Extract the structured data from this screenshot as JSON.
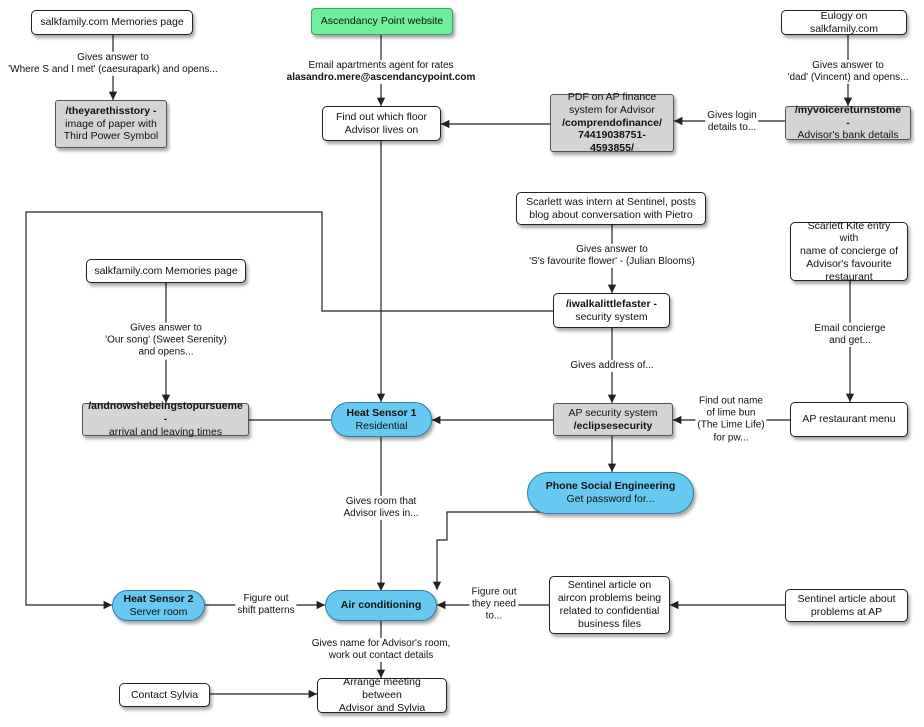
{
  "nodes": {
    "memories1": {
      "line1": "salkfamily.com Memories page"
    },
    "ascendancy": {
      "line1": "Ascendancy Point website"
    },
    "eulogy": {
      "line1": "Eulogy on salkfamily.com"
    },
    "theyarethishistory": {
      "line1": "/theyarethisstory -",
      "line2": "image of paper with",
      "line3": "Third Power Symbol"
    },
    "findfloor": {
      "line1": "Find out which floor",
      "line2": "Advisor lives on"
    },
    "pdf": {
      "line1": "PDF on AP finance",
      "line2": "system for Advisor",
      "line3": "/comprendofinance/",
      "line4": "74419038751-4593855/"
    },
    "myvoice": {
      "line1": "/myvoicereturnstome -",
      "line2": "Advisor's bank details"
    },
    "scarlett": {
      "line1": "Scarlett was intern at Sentinel, posts",
      "line2": "blog about conversation with Pietro"
    },
    "scarlettkite": {
      "line1": "Scarlett Kite entry with",
      "line2": "name of concierge of",
      "line3": "Advisor's favourite",
      "line4": "restaurant"
    },
    "memories2": {
      "line1": "salkfamily.com Memories page"
    },
    "iwalk": {
      "line1": "/iwalkalittlefaster -",
      "line2": "security system"
    },
    "andnow": {
      "line1": "/andnowshebeingstopursueme -",
      "line2": "arrival and leaving times"
    },
    "heat1": {
      "line1": "Heat Sensor 1",
      "line2": "Residential"
    },
    "apsecurity": {
      "line1": "AP security system",
      "line2": "/eclipsesecurity"
    },
    "restaurant": {
      "line1": "AP restaurant menu"
    },
    "phone": {
      "line1": "Phone Social Engineering",
      "line2": "Get password for..."
    },
    "heat2": {
      "line1": "Heat Sensor 2",
      "line2": "Server room"
    },
    "aircon": {
      "line1": "Air conditioning"
    },
    "sentinel1": {
      "line1": "Sentinel article on",
      "line2": "aircon problems being",
      "line3": "related to confidential",
      "line4": "business files"
    },
    "sentinel2": {
      "line1": "Sentinel article about",
      "line2": "problems at AP"
    },
    "contact": {
      "line1": "Contact Sylvia"
    },
    "arrange": {
      "line1": "Arrange meeting between",
      "line2": "Advisor and Sylvia"
    }
  },
  "edge_labels": {
    "memories1_to_theyare": {
      "line1": "Gives answer to",
      "line2": "'Where S and I met' (caesurapark) and opens..."
    },
    "ascendancy_email": {
      "line1": "Email apartments agent for rates",
      "line2": "alasandro.mere@ascendancypoint.com"
    },
    "eulogy_to_myvoice": {
      "line1": "Gives answer to",
      "line2": "'dad' (Vincent) and opens..."
    },
    "myvoice_to_pdf": {
      "line1": "Gives login",
      "line2": "details to..."
    },
    "scarlett_to_iwalk": {
      "line1": "Gives answer to",
      "line2": "'S's favourite flower' - (Julian Blooms)"
    },
    "memories2_to_andnow": {
      "line1": "Gives answer to",
      "line2": "'Our song' (Sweet Serenity)",
      "line3": "and opens..."
    },
    "iwalk_to_apsecurity": {
      "line1": "Gives address of..."
    },
    "kite_to_restaurant": {
      "line1": "Email concierge",
      "line2": "and get..."
    },
    "restaurant_to_apsecurity": {
      "line1": "Find out name",
      "line2": "of lime bun",
      "line3": "(The Lime Life)",
      "line4": "for pw..."
    },
    "heat1_to_aircon": {
      "line1": "Gives room that",
      "line2": "Advisor lives in..."
    },
    "heat2_to_aircon": {
      "line1": "Figure out",
      "line2": "shift patterns"
    },
    "sentinel_to_aircon": {
      "line1": "Figure out",
      "line2": "they need",
      "line3": "to..."
    },
    "aircon_to_arrange": {
      "line1": "Gives name for Advisor's room,",
      "line2": "work out contact details"
    }
  },
  "colors": {
    "gray_box": "#d4d4d4",
    "green_box": "#6fef9a",
    "blue_pill": "#67c9f2",
    "line": "#222222"
  }
}
